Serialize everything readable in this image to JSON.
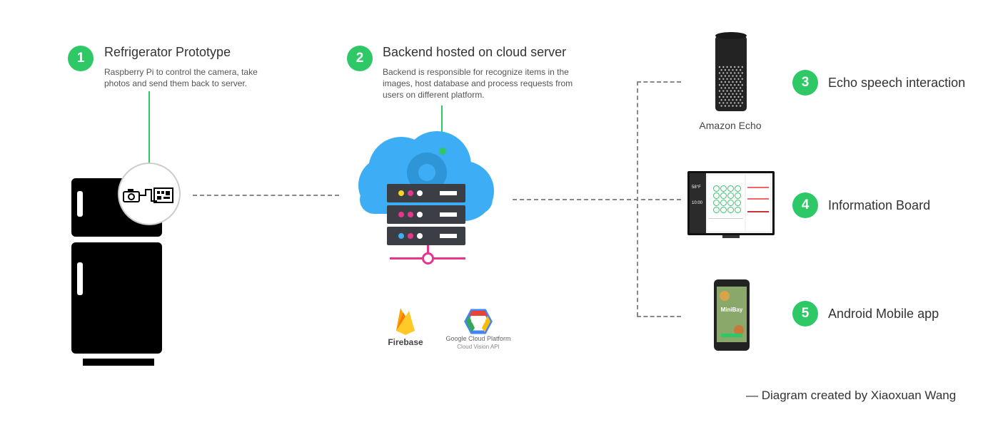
{
  "steps": [
    {
      "number": "1",
      "title": "Refrigerator Prototype",
      "description": "Raspberry Pi to control the camera, take photos and send them back to server."
    },
    {
      "number": "2",
      "title": "Backend hosted on cloud server",
      "description": "Backend is responsible for recognize items in the images,  host database and process requests from users on different platform."
    },
    {
      "number": "3",
      "title": "Echo speech interaction"
    },
    {
      "number": "4",
      "title": "Information Board"
    },
    {
      "number": "5",
      "title": "Android Mobile app"
    }
  ],
  "devices": {
    "echo_label": "Amazon Echo",
    "board": {
      "temp": "58°F",
      "time": "10:00"
    },
    "phone": {
      "app_name": "MiniBay"
    }
  },
  "logos": {
    "firebase": "Firebase",
    "gcp_title": "Google Cloud Platform",
    "gcp_subtitle": "Cloud Vision API"
  },
  "credit": "— Diagram created by Xiaoxuan Wang",
  "colors": {
    "accent_green": "#2ec866",
    "cloud_blue": "#3daef5",
    "server_dark": "#3b3f45",
    "pink": "#e8348d",
    "fridge_black": "#000000"
  }
}
